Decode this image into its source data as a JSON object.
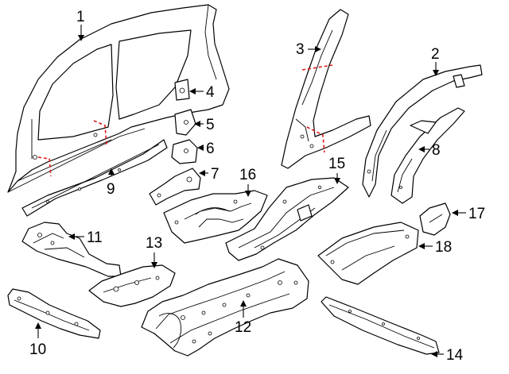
{
  "diagram": {
    "callouts": [
      {
        "number": "1"
      },
      {
        "number": "2"
      },
      {
        "number": "3"
      },
      {
        "number": "4"
      },
      {
        "number": "5"
      },
      {
        "number": "6"
      },
      {
        "number": "7"
      },
      {
        "number": "8"
      },
      {
        "number": "9"
      },
      {
        "number": "10"
      },
      {
        "number": "11"
      },
      {
        "number": "12"
      },
      {
        "number": "13"
      },
      {
        "number": "14"
      },
      {
        "number": "15"
      },
      {
        "number": "16"
      },
      {
        "number": "17"
      },
      {
        "number": "18"
      }
    ],
    "colors": {
      "line": "#000000",
      "cut_line": "#e01a1a",
      "background": "#ffffff"
    }
  }
}
